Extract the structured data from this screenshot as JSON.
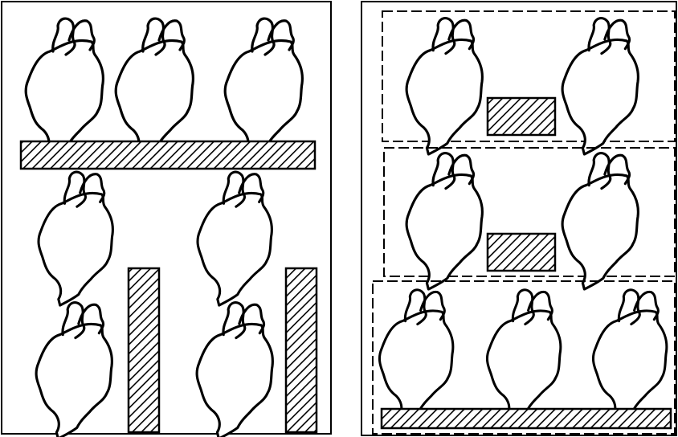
{
  "colors": {
    "ink": "#000000",
    "paper": "#ffffff"
  },
  "icons": {
    "shape": "leaf-blob-icon",
    "bar": "hatched-bar"
  },
  "panels": [
    {
      "id": "left-panel",
      "groups": [
        {
          "id": "top-row",
          "blobs": 3,
          "bars": 1,
          "bar_orientation": "horizontal"
        },
        {
          "id": "lower-grid",
          "blobs": 4,
          "bars": 2,
          "bar_orientation": "vertical"
        }
      ]
    },
    {
      "id": "right-panel",
      "groups": [
        {
          "id": "dashed-group-1",
          "blobs": 2,
          "bars": 1,
          "dashed": true
        },
        {
          "id": "dashed-group-2",
          "blobs": 2,
          "bars": 1,
          "dashed": true
        },
        {
          "id": "dashed-group-3",
          "blobs": 3,
          "bars": 1,
          "dashed": true
        }
      ]
    }
  ]
}
